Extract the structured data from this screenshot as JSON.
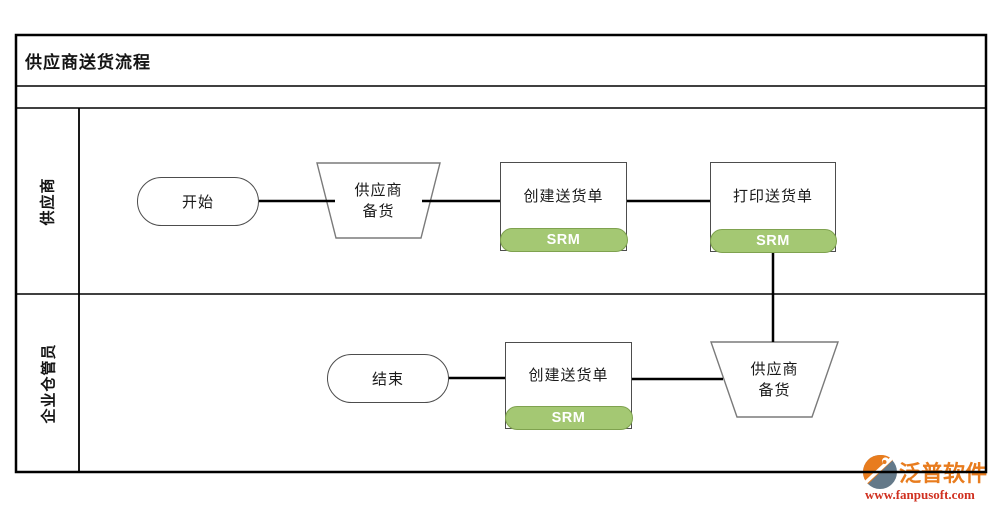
{
  "title": "供应商送货流程",
  "lanes": {
    "supplier": "供应商",
    "warehouse": "企业仓管员"
  },
  "nodes": {
    "start": "开始",
    "end": "结束",
    "supplier_stock_line1": "供应商",
    "supplier_stock_line2": "备货",
    "create_delivery_note": "创建送货单",
    "print_delivery_note": "打印送货单",
    "create_delivery_note_2": "创建送货单",
    "supplier_stock2_line1": "供应商",
    "supplier_stock2_line2": "备货",
    "srm_badge": "SRM"
  },
  "colors": {
    "srm_fill": "#a4c873",
    "srm_border": "#7fa24f",
    "brand_orange": "#e87c1e",
    "brand_red": "#d03020"
  },
  "watermark": {
    "brand": "泛普软件",
    "url": "www.fanpusoft.com"
  }
}
